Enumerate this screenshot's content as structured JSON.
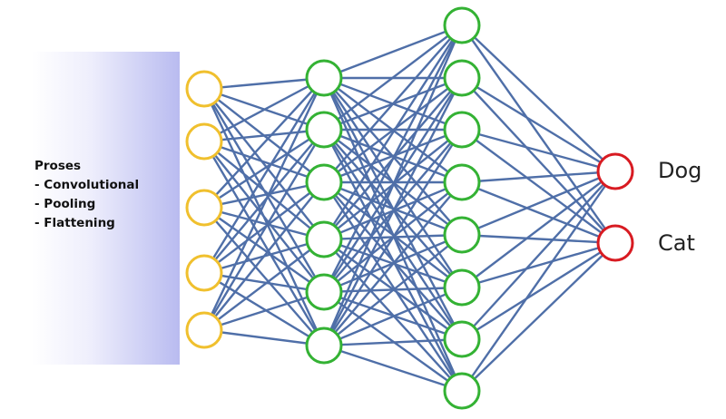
{
  "preprocessing": {
    "title": "Proses",
    "steps": [
      "- Convolutional",
      "- Pooling",
      "- Flattening"
    ]
  },
  "outputs": {
    "labels": [
      "Dog",
      "Cat"
    ]
  },
  "network": {
    "layers": [
      {
        "name": "input",
        "node_count": 5,
        "color": "#f0c02e"
      },
      {
        "name": "hidden-1",
        "node_count": 6,
        "color": "#34b234"
      },
      {
        "name": "hidden-2",
        "node_count": 8,
        "color": "#34b234"
      },
      {
        "name": "output",
        "node_count": 2,
        "color": "#d81b22"
      }
    ],
    "connection_color": "#4f6fa8",
    "fully_connected": true
  }
}
